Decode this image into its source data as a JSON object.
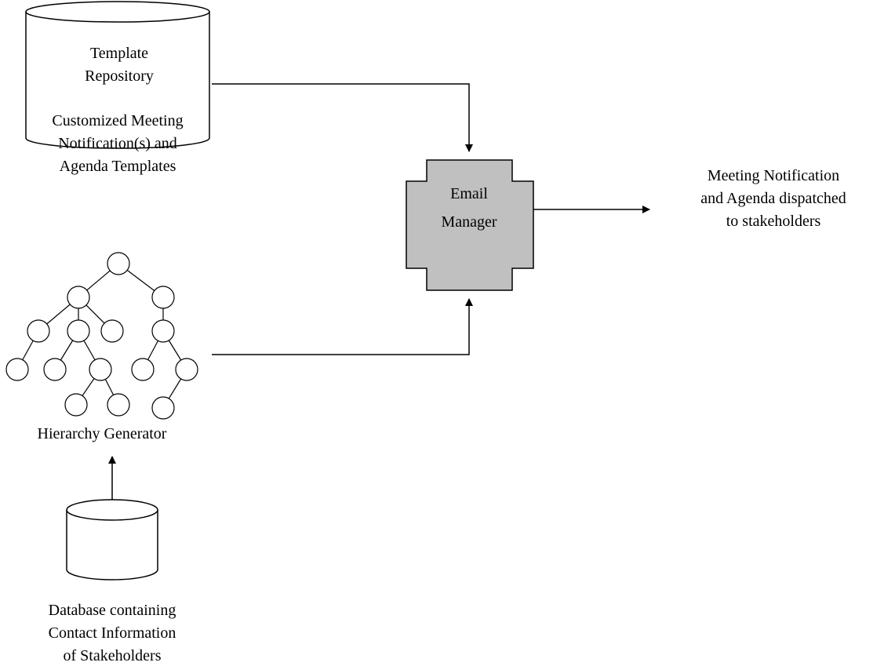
{
  "template_repository": {
    "title_lines": [
      "Template",
      "Repository"
    ],
    "caption_lines": [
      "Customized Meeting",
      "Notification(s) and",
      "Agenda Templates"
    ]
  },
  "email_manager": {
    "label_lines": [
      "Email",
      "Manager"
    ],
    "fill_color": "#c0c0c0"
  },
  "output": {
    "label_lines": [
      "Meeting Notification",
      "and Agenda dispatched",
      "to stakeholders"
    ]
  },
  "hierarchy_generator": {
    "label": "Hierarchy Generator"
  },
  "database": {
    "caption_lines": [
      "Database containing",
      "Contact Information",
      "of Stakeholders"
    ]
  }
}
